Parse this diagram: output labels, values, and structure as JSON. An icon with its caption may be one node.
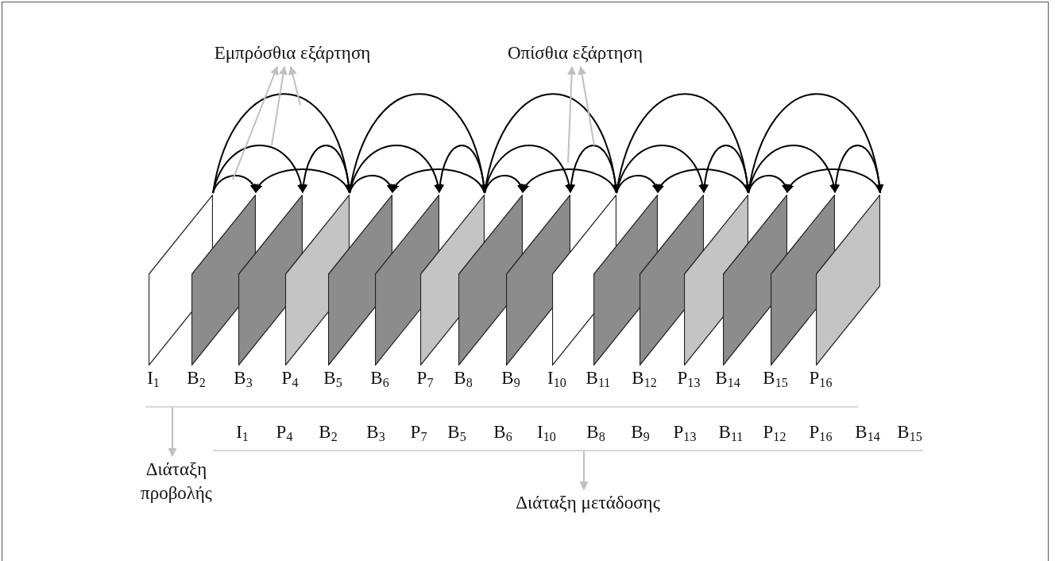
{
  "diagram": {
    "nodes": [
      {
        "text": [
          "Εμπρόσθια εξάρτηση"
        ]
      },
      {
        "text": [
          "Οπίσθια εξάρτηση"
        ]
      },
      {
        "text": [],
        "shape": "parallelogram",
        "beside": [
          "I$_{1}$"
        ]
      },
      {
        "text": [],
        "shape": "parallelogram",
        "beside": [
          "B$_{2}$"
        ]
      },
      {
        "text": [],
        "shape": "parallelogram",
        "beside": [
          "B$_{3}$"
        ]
      },
      {
        "text": [],
        "shape": "parallelogram",
        "beside": [
          "P$_{4}$"
        ]
      },
      {
        "text": [],
        "shape": "parallelogram",
        "beside": [
          "B$_{5}$"
        ]
      },
      {
        "text": [],
        "shape": "parallelogram",
        "beside": [
          "B$_{6}$"
        ]
      },
      {
        "text": [],
        "shape": "parallelogram",
        "beside": [
          "P$_{7}$"
        ]
      },
      {
        "text": [],
        "shape": "parallelogram",
        "beside": [
          "B$_{8}$"
        ]
      },
      {
        "text": [],
        "shape": "parallelogram",
        "beside": [
          "B$_{9}$"
        ]
      },
      {
        "text": [],
        "shape": "parallelogram",
        "beside": [
          "I$_{10}$"
        ]
      },
      {
        "text": [],
        "shape": "parallelogram",
        "beside": [
          "B$_{11}$"
        ]
      },
      {
        "text": [],
        "shape": "parallelogram",
        "beside": [
          "B$_{12}$"
        ]
      },
      {
        "text": [],
        "shape": "parallelogram",
        "beside": [
          "P$_{13}$"
        ]
      },
      {
        "text": [],
        "shape": "parallelogram",
        "beside": [
          "B$_{14}$"
        ]
      },
      {
        "text": [],
        "shape": "parallelogram",
        "beside": [
          "B$_{15}$"
        ]
      },
      {
        "text": [],
        "shape": "parallelogram",
        "beside": [
          "P$_{16}$"
        ]
      },
      {
        "text": [
          "Διάταξη προβολής"
        ]
      },
      {
        "text": [
          "Διάταξη μετάδοσης"
        ]
      }
    ],
    "edges": [
      {
        "from": 2,
        "to": 5,
        "arrow": "to"
      },
      {
        "from": 2,
        "to": 3,
        "arrow": "to"
      },
      {
        "from": 2,
        "to": 4,
        "arrow": "to"
      },
      {
        "from": 5,
        "to": 3,
        "arrow": "to"
      },
      {
        "from": 5,
        "to": 4,
        "arrow": "to"
      },
      {
        "from": 5,
        "to": 8,
        "arrow": "to"
      },
      {
        "from": 5,
        "to": 6,
        "arrow": "to"
      },
      {
        "from": 5,
        "to": 7,
        "arrow": "to"
      },
      {
        "from": 8,
        "to": 6,
        "arrow": "to"
      },
      {
        "from": 8,
        "to": 7,
        "arrow": "to"
      },
      {
        "from": 8,
        "to": 11,
        "arrow": "to"
      },
      {
        "from": 8,
        "to": 9,
        "arrow": "to"
      },
      {
        "from": 8,
        "to": 10,
        "arrow": "to"
      },
      {
        "from": 11,
        "to": 9,
        "arrow": "to"
      },
      {
        "from": 11,
        "to": 10,
        "arrow": "to"
      },
      {
        "from": 11,
        "to": 14,
        "arrow": "to"
      },
      {
        "from": 11,
        "to": 12,
        "arrow": "to"
      },
      {
        "from": 11,
        "to": 13,
        "arrow": "to"
      },
      {
        "from": 14,
        "to": 12,
        "arrow": "to"
      },
      {
        "from": 14,
        "to": 13,
        "arrow": "to"
      },
      {
        "from": 14,
        "to": 17,
        "arrow": "to"
      },
      {
        "from": 14,
        "to": 15,
        "arrow": "to"
      },
      {
        "from": 14,
        "to": 16,
        "arrow": "to"
      },
      {
        "from": 17,
        "to": 15,
        "arrow": "to"
      },
      {
        "from": 17,
        "to": 16,
        "arrow": "to"
      },
      {
        "from": null,
        "to": 0,
        "arrow": "to",
        "color": "#c0c0c0"
      },
      {
        "from": null,
        "to": 0,
        "arrow": "to",
        "color": "#c0c0c0"
      },
      {
        "from": null,
        "to": 0,
        "arrow": "to",
        "color": "#c0c0c0"
      },
      {
        "from": null,
        "to": 1,
        "arrow": "to",
        "color": "#c0c0c0"
      },
      {
        "from": null,
        "to": 1,
        "arrow": "to",
        "color": "#c0c0c0"
      },
      {
        "from": null,
        "to": 18,
        "arrow": "to",
        "color": "#c0c0c0"
      },
      {
        "from": null,
        "to": 19,
        "arrow": "to",
        "color": "#c0c0c0"
      }
    ],
    "labels": [
      "I$_{1}$",
      "P$_{4}$",
      "B$_{2}$",
      "B$_{3}$",
      "P$_{7}$",
      "B$_{5}$",
      "B$_{6}$",
      "I$_{10}$",
      "B$_{8}$",
      "B$_{9}$",
      "P$_{13}$",
      "B$_{11}$",
      "P$_{12}$",
      "P$_{16}$",
      "B$_{14}$",
      "B$_{15}$"
    ]
  }
}
